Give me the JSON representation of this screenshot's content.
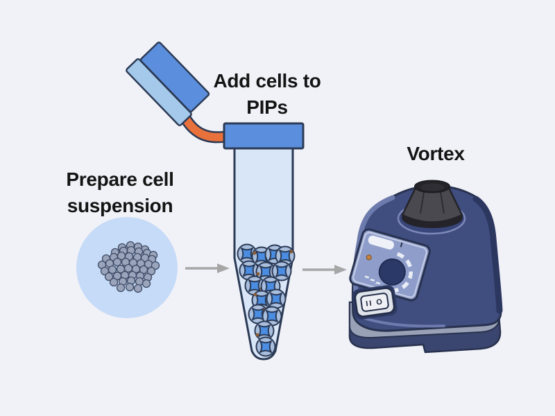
{
  "page": {
    "background": "#f1f2f7"
  },
  "labels": {
    "prepare_line1": "Prepare cell",
    "prepare_line2": "suspension",
    "add_line1": "Add cells to",
    "add_line2": "PIPs",
    "vortex": "Vortex"
  },
  "vortex_mixer": {
    "power_switch_label": "II O"
  },
  "icons": {
    "flow_arrow": "right-arrow",
    "pipette": "pipette-tip",
    "tube": "microcentrifuge-tube",
    "suspension": "cell-suspension",
    "mixer": "vortex-mixer"
  },
  "colors": {
    "background": "#f1f2f7",
    "text": "#141414",
    "suspension_circle": "#c6dbf7",
    "cell_dot": "#9aa5bb",
    "cell_dot_outline": "#3f4b66",
    "tube_fill": "#d9e6f8",
    "tube_cap": "#5b8fdd",
    "outline": "#2b3a55",
    "pip_rim": "#a9bedd",
    "pip_core": "#4a8de2",
    "pip_fleck": "#8a5c34",
    "pipette_light": "#a5c9ea",
    "pipette_dark": "#5b8fdd",
    "connector": "#e8713c",
    "arrow": "#a6a6a6",
    "mixer_body": "#3f4d7f",
    "mixer_body_shadow": "#2c3760",
    "mixer_body_highlight": "#6d7aad",
    "mixer_base": "#98a1b5",
    "mixer_underbase": "#3a466f",
    "mixer_panel": "#8e9dca",
    "mixer_knob": "#2b3968",
    "mixer_cone": "#49494f",
    "mixer_cone_dark": "#232329"
  }
}
